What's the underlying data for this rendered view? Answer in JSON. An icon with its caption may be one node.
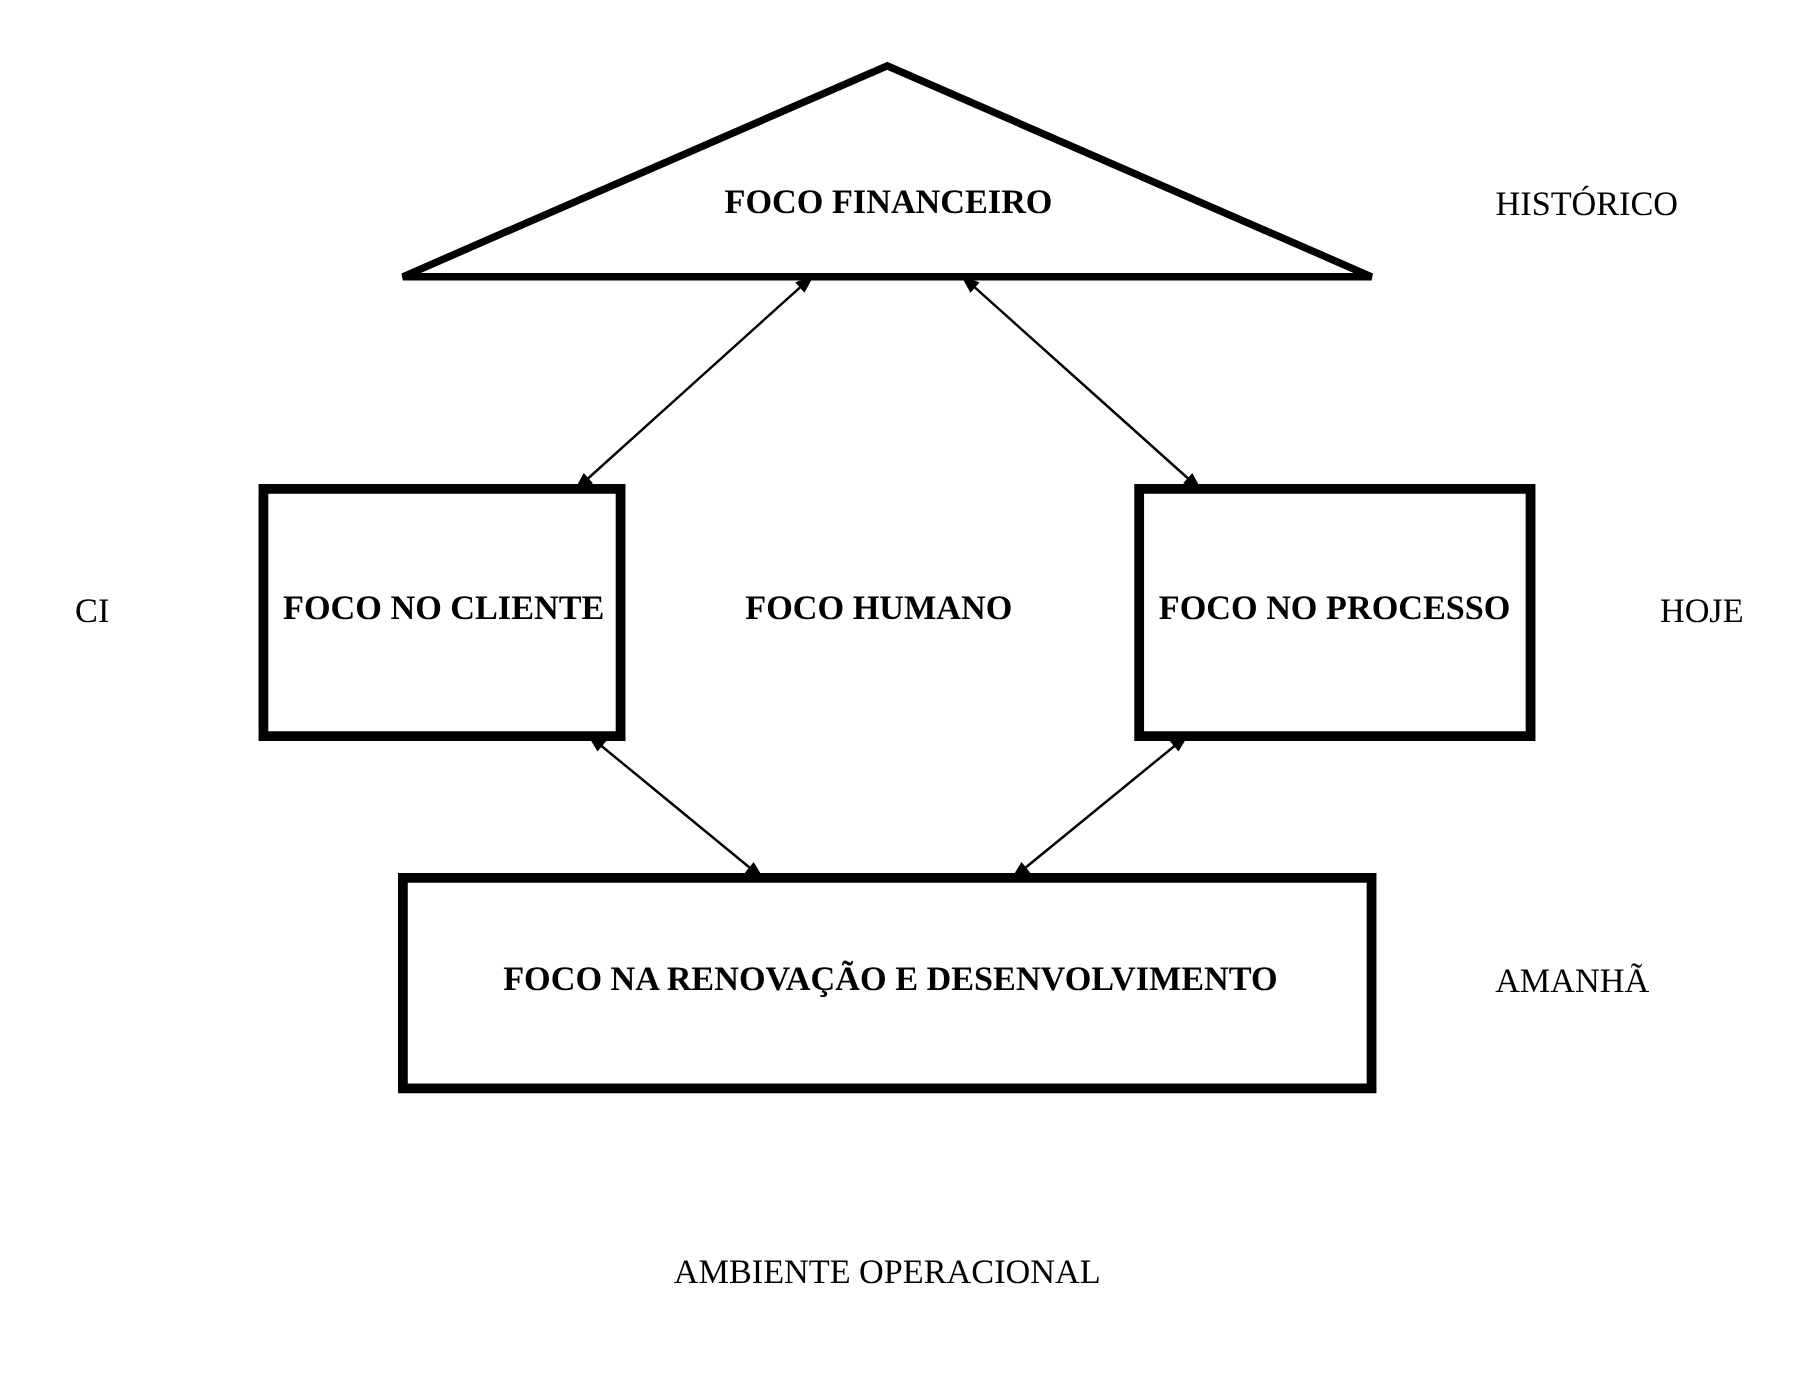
{
  "diagram": {
    "nodes": [
      {
        "text": [
          "FOCO FINANCEIRO"
        ]
      },
      {
        "text": [
          "FOCO NO CLIENTE"
        ]
      },
      {
        "text": [
          "FOCO NO PROCESSO"
        ]
      },
      {
        "text": [
          "FOCO HUMANO"
        ]
      },
      {
        "text": [
          "FOCO NA RENOVAÇÃO E DESENVOLVIMENTO"
        ]
      }
    ],
    "edges": [
      {
        "from": 0,
        "to": 1,
        "arrow": "both"
      },
      {
        "from": 0,
        "to": 2,
        "arrow": "both"
      },
      {
        "from": 1,
        "to": 4,
        "arrow": "both"
      },
      {
        "from": 2,
        "to": 4,
        "arrow": "both"
      }
    ],
    "labels": [
      "HISTÓRICO",
      "HOJE",
      "CI",
      "AMANHÃ",
      "AMBIENTE OPERACIONAL"
    ]
  }
}
